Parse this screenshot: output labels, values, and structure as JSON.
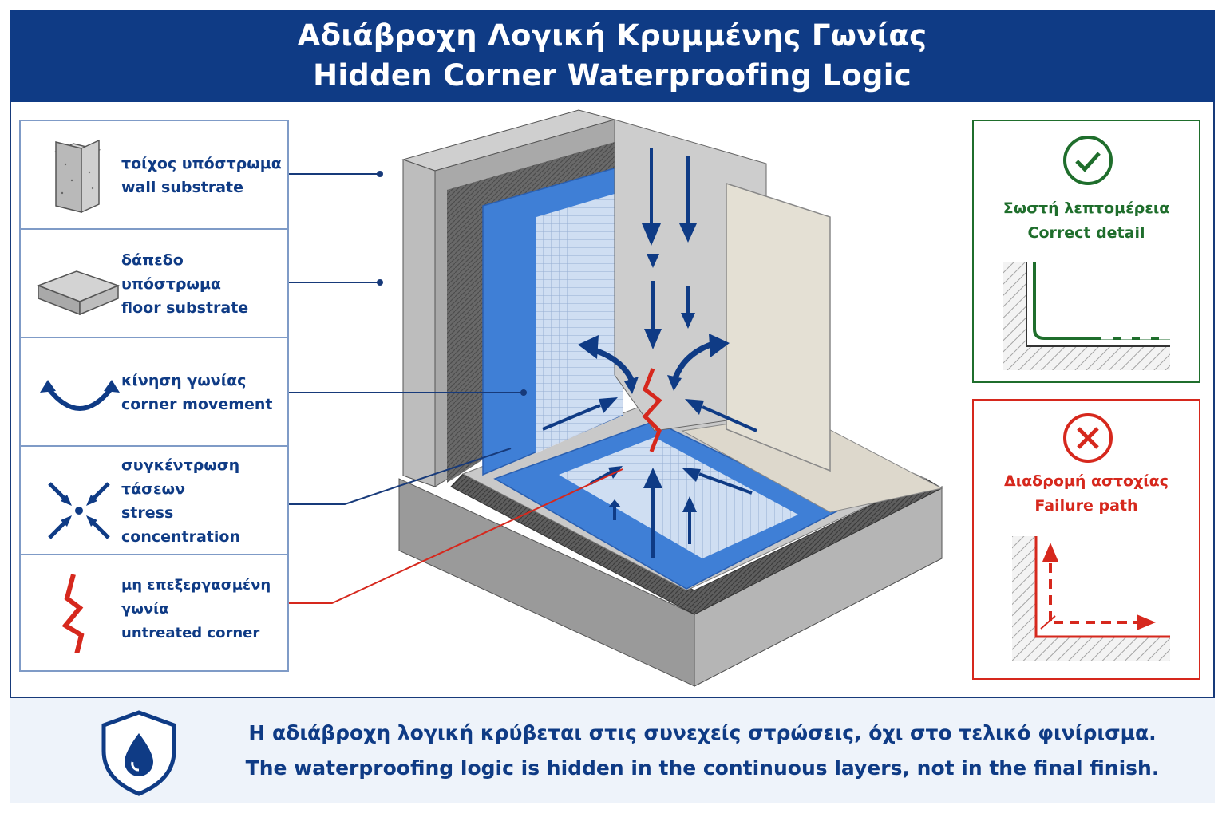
{
  "header": {
    "title_gr": "Αδιάβροχη Λογική Κρυμμένης Γωνίας",
    "title_en": "Hidden Corner Waterproofing Logic"
  },
  "legend": {
    "items": [
      {
        "gr": "τοίχος υπόστρωμα",
        "en": "wall substrate",
        "icon": "wall-block-icon"
      },
      {
        "gr": "δάπεδο υπόστρωμα",
        "en": "floor substrate",
        "icon": "floor-slab-icon"
      },
      {
        "gr": "κίνηση γωνίας",
        "en": "corner movement",
        "icon": "curved-double-arrow-icon"
      },
      {
        "gr": "συγκέντρωση τάσεων",
        "en": "stress concentration",
        "icon": "converging-arrows-icon"
      },
      {
        "gr": "μη επεξεργασμένη γωνία",
        "en": "untreated corner",
        "icon": "crack-icon"
      }
    ]
  },
  "panels": {
    "correct": {
      "gr": "Σωστή λεπτομέρεια",
      "en": "Correct detail",
      "color": "#1f6e2c",
      "icon": "check-circle-icon"
    },
    "failure": {
      "gr": "Διαδρομή αστοχίας",
      "en": "Failure path",
      "color": "#d6281d",
      "icon": "x-circle-icon"
    }
  },
  "footer": {
    "line_gr": "Η αδιάβροχη λογική κρύβεται στις συνεχείς στρώσεις, όχι στο τελικό φινίρισμα.",
    "line_en": "The waterproofing logic is hidden in the continuous layers, not in the final finish.",
    "icon": "shield-water-drop-icon"
  },
  "colors": {
    "navy": "#0f3b85",
    "membrane_blue": "#3f7fd6",
    "green": "#1f6e2c",
    "red": "#d6281d"
  }
}
